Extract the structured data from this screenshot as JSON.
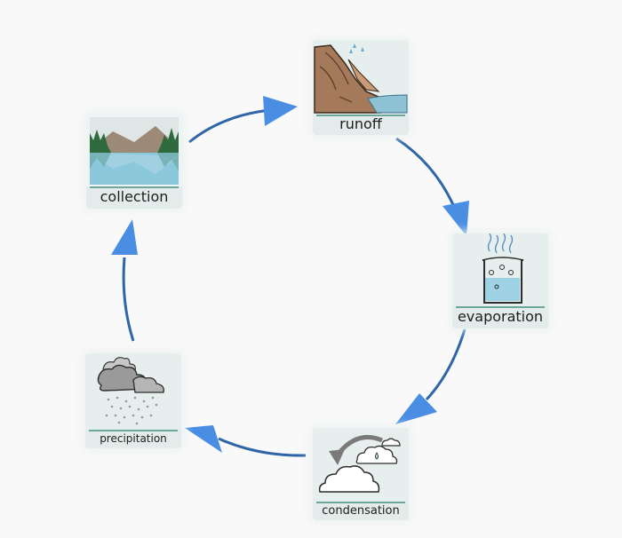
{
  "diagram": {
    "stages": [
      {
        "label": "runoff",
        "icon": "runoff-waterfall-icon"
      },
      {
        "label": "evaporation",
        "icon": "beaker-evaporation-icon"
      },
      {
        "label": "condensation",
        "icon": "cloud-condensation-icon"
      },
      {
        "label": "precipitation",
        "icon": "rain-cloud-icon"
      },
      {
        "label": "collection",
        "icon": "lake-mountains-icon"
      }
    ],
    "colors": {
      "arrow": "#4a8ee3",
      "arc": "#2f66a8",
      "card": "#e3ecea",
      "rule": "#6ea797"
    }
  }
}
